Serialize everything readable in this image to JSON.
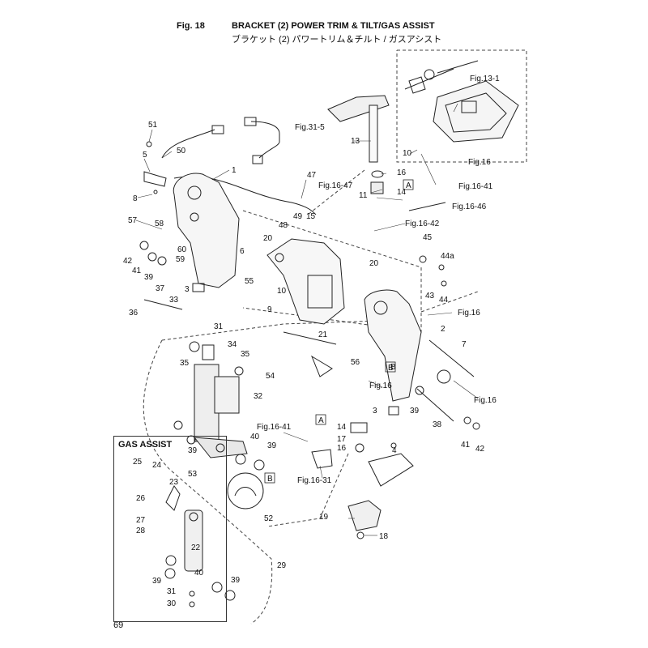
{
  "header": {
    "fig_number": "Fig. 18",
    "title_en": "BRACKET (2) POWER TRIM & TILT/GAS ASSIST",
    "title_jp": "ブラケット (2) パワートリム＆チルト / ガスアシスト"
  },
  "gas_assist_title": "GAS ASSIST",
  "page_number": "69",
  "fig_refs": [
    "Fig.13-1",
    "Fig.31-5",
    "Fig.16",
    "Fig.16-41",
    "Fig.16-47",
    "Fig.16-46",
    "Fig.16-42",
    "Fig.16",
    "Fig.16",
    "Fig.16",
    "Fig.16-41",
    "Fig.16-31"
  ],
  "boxed_refs": [
    "A",
    "A",
    "B",
    "B"
  ],
  "part_labels": [
    "51",
    "50",
    "5",
    "1",
    "8",
    "47",
    "13",
    "10",
    "16",
    "14",
    "11",
    "15",
    "49",
    "48",
    "20",
    "6",
    "57",
    "58",
    "60",
    "42",
    "59",
    "41",
    "39",
    "37",
    "36",
    "33",
    "3",
    "55",
    "20",
    "9",
    "10",
    "45",
    "44a",
    "43",
    "44",
    "2",
    "7",
    "31",
    "21",
    "34",
    "35",
    "35",
    "56",
    "54",
    "32",
    "B",
    "39",
    "38",
    "3",
    "14",
    "17",
    "16",
    "41",
    "42",
    "40",
    "39",
    "4",
    "53",
    "39",
    "52",
    "19",
    "18",
    "25",
    "24",
    "23",
    "26",
    "27",
    "28",
    "22",
    "39",
    "40",
    "39",
    "31",
    "30",
    "29"
  ]
}
